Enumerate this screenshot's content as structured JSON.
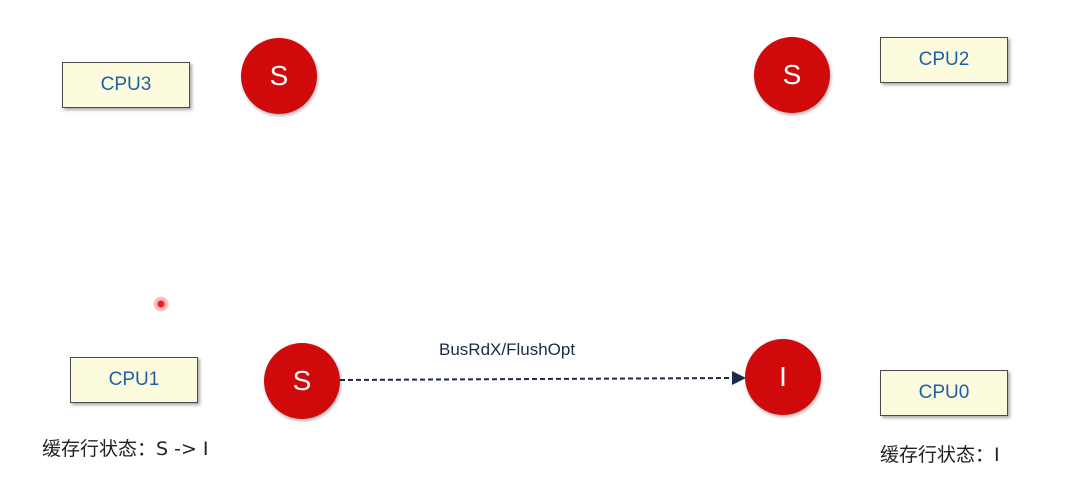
{
  "cpus": {
    "cpu3": {
      "label": "CPU3",
      "state": "S"
    },
    "cpu2": {
      "label": "CPU2",
      "state": "S"
    },
    "cpu1": {
      "label": "CPU1",
      "state": "S",
      "caption": "缓存行状态：S -> I"
    },
    "cpu0": {
      "label": "CPU0",
      "state": "I",
      "caption": "缓存行状态：I"
    }
  },
  "message": {
    "label": "BusRdX/FlushOpt"
  },
  "colors": {
    "state_fill": "#d00a0a",
    "box_fill": "#fdfbdd",
    "box_text": "#1f5fa8",
    "arrow": "#1a2b4a"
  }
}
